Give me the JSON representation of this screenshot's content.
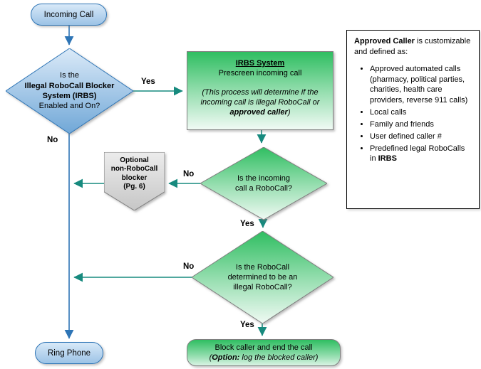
{
  "diagram": {
    "title_hint": "Illegal RoboCall Blocker System flowchart",
    "nodes": {
      "incoming_call": {
        "label": "Incoming Call"
      },
      "irbs_decision": {
        "line1": "Is the",
        "line2": "Illegal RoboCall Blocker",
        "line3": "System (IRBS)",
        "line4": "Enabled and On?"
      },
      "irbs_system": {
        "title": "IRBS System",
        "subtitle": "Prescreen incoming call",
        "note_pre": "(This process will determine if the incoming call is illegal RoboCall or ",
        "note_bold": "approved caller",
        "note_post": ")"
      },
      "robocall_decision": {
        "line1": "Is the incoming",
        "line2": "call a RoboCall?"
      },
      "optional_blocker": {
        "line1": "Optional",
        "line2": "non-RoboCall",
        "line3": "blocker",
        "line4": "(Pg. 6)"
      },
      "illegal_decision": {
        "line1": "Is the RoboCall",
        "line2": "determined to be an",
        "line3": "illegal RoboCall?"
      },
      "block_caller": {
        "line1": "Block caller and end the call",
        "line2_pre": "(",
        "line2_bold": "Option:",
        "line2_post": " log the blocked caller)"
      },
      "ring_phone": {
        "label": "Ring Phone"
      }
    },
    "labels": {
      "yes_irbs": "Yes",
      "no_irbs": "No",
      "no_robocall": "No",
      "yes_robocall": "Yes",
      "no_illegal": "No",
      "yes_illegal": "Yes"
    },
    "approved_box": {
      "header_bold": "Approved Caller",
      "header_rest": " is customizable and defined as:",
      "bullets": [
        "Approved automated calls (pharmacy, political parties, charities, health care providers, reverse 911 calls)",
        "Local calls",
        "Family and friends",
        "User defined caller #"
      ],
      "bullet_last_pre": "Predefined legal RoboCalls in ",
      "bullet_last_bold": "IRBS"
    },
    "colors": {
      "blue_border": "#2E75B6",
      "blue_arrow": "#2E75B6",
      "teal_arrow": "#178A7E",
      "green_top": "#2FBE61",
      "green_bottom": "#F0FAF4",
      "gray_border": "#7F7F7F"
    }
  }
}
